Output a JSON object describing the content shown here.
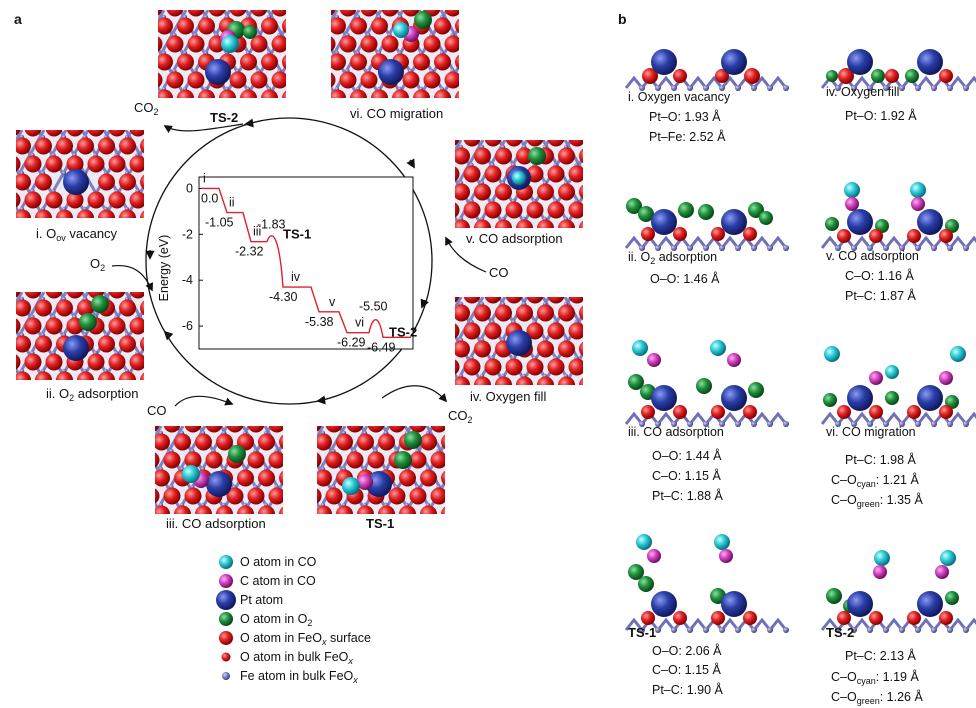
{
  "panels": {
    "a": "a",
    "b": "b"
  },
  "cycle": {
    "stages": [
      {
        "key": "ts2",
        "label": "TS-2"
      },
      {
        "key": "vi",
        "label": "vi. CO migration"
      },
      {
        "key": "v",
        "label": "v. CO adsorption"
      },
      {
        "key": "iv",
        "label": "iv. Oxygen fill"
      },
      {
        "key": "ts1",
        "label": "TS-1"
      },
      {
        "key": "iii",
        "label": "iii. CO adsorption"
      },
      {
        "key": "ii",
        "label": "ii. O2 adsorption"
      },
      {
        "key": "i",
        "label": "i. Oov vacancy"
      }
    ],
    "molecules": {
      "co2_top": "CO2",
      "co_right": "CO",
      "co2_bottom": "CO2",
      "co_left": "CO",
      "o2_left": "O2"
    }
  },
  "chart_data": {
    "type": "line",
    "title": "",
    "xlabel": "",
    "ylabel": "Energy (eV)",
    "ylim": [
      -7,
      0.5
    ],
    "yticks": [
      "0",
      "-2",
      "-4",
      "-6"
    ],
    "step_labels": [
      "i",
      "ii",
      "iii",
      "iv",
      "v",
      "vi"
    ],
    "ts_labels": [
      "TS-1",
      "TS-2"
    ],
    "energies": [
      {
        "value": 0.0,
        "label": "0.0"
      },
      {
        "value": -1.05,
        "label": "-1.05"
      },
      {
        "value": -2.32,
        "label": "-2.32"
      },
      {
        "value": -1.83,
        "label": "-1.83"
      },
      {
        "value": -4.3,
        "label": "-4.30"
      },
      {
        "value": -5.38,
        "label": "-5.38"
      },
      {
        "value": -6.29,
        "label": "-6.29"
      },
      {
        "value": -5.5,
        "label": "-5.50"
      },
      {
        "value": -6.49,
        "label": "-6.49"
      }
    ],
    "line_color": "#e0202a"
  },
  "legend": [
    {
      "label": "O atom in CO",
      "color": "#28c8d4"
    },
    {
      "label": "C atom in CO",
      "color": "#d040c0"
    },
    {
      "label": "Pt atom",
      "color": "#2a3ea8"
    },
    {
      "label": "O atom in O2",
      "color": "#1f8f3c"
    },
    {
      "label": "O atom in FeOx surface",
      "color": "#e02020"
    },
    {
      "label": "O atom in bulk FeOx",
      "color": "#e02020"
    },
    {
      "label": "Fe atom in bulk FeOx",
      "color": "#8080c0"
    }
  ],
  "panel_b": [
    {
      "title": "i. Oxygen vacancy",
      "lines": [
        "Pt–O: 1.93 Å",
        "Pt–Fe: 2.52 Å"
      ]
    },
    {
      "title": "iv. Oxygen fill",
      "lines": [
        "Pt–O: 1.92 Å"
      ]
    },
    {
      "title": "ii. O2 adsorption",
      "lines": [
        "O–O: 1.46 Å"
      ]
    },
    {
      "title": "v. CO adsorption",
      "lines": [
        "C–O: 1.16 Å",
        "Pt–C: 1.87 Å"
      ]
    },
    {
      "title": "iii. CO adsorption",
      "lines": [
        "O–O: 1.44 Å",
        "C–O: 1.15 Å",
        "Pt–C: 1.88 Å"
      ]
    },
    {
      "title": "vi. CO migration",
      "lines": [
        "Pt–C: 1.98 Å",
        "C–Ocyan: 1.21 Å",
        "C–Ogreen: 1.35 Å"
      ]
    },
    {
      "title": "TS-1",
      "lines": [
        "O–O: 2.06 Å",
        "C–O: 1.15 Å",
        "Pt–C: 1.90 Å"
      ]
    },
    {
      "title": "TS-2",
      "lines": [
        "Pt–C: 2.13 Å",
        "C–Ocyan: 1.19 Å",
        "C–Ogreen: 1.26 Å"
      ]
    }
  ],
  "colors": {
    "fe": "#8080c0",
    "o_surface": "#e02020",
    "pt": "#2a3ea8",
    "o2": "#1f8f3c",
    "c": "#d040c0",
    "o_co": "#28c8d4"
  }
}
